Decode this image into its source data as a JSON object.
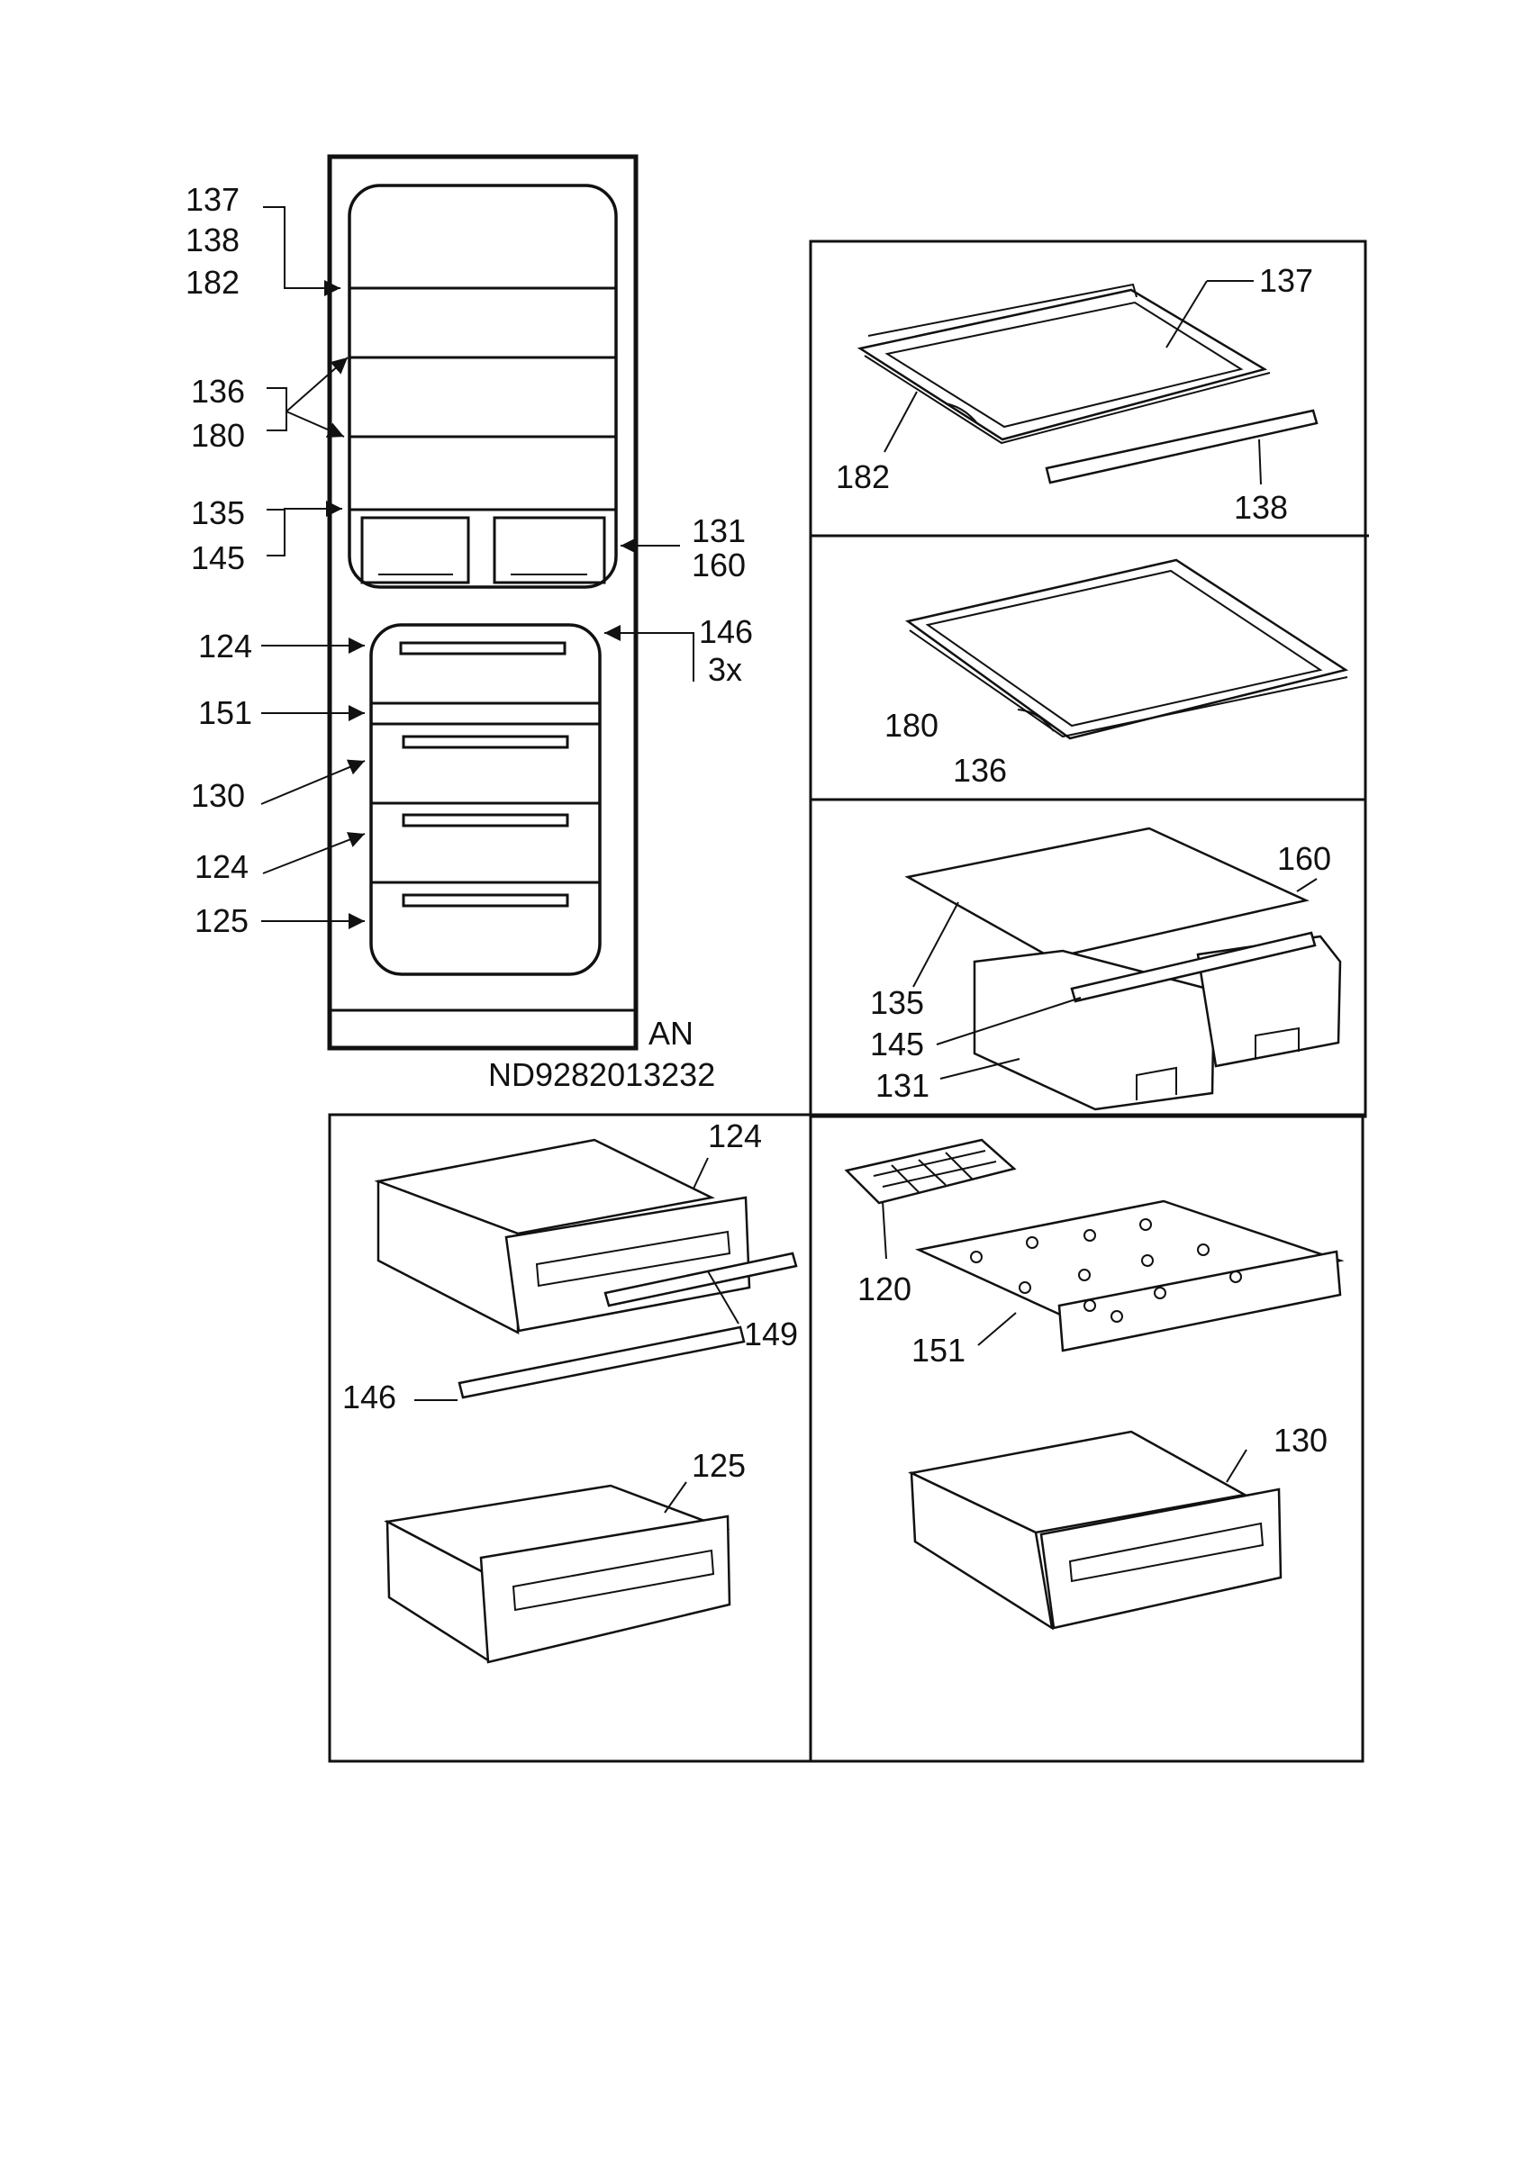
{
  "cabinet": {
    "labels": {
      "l137": "137",
      "l138": "138",
      "l182": "182",
      "l136": "136",
      "l180": "180",
      "l135": "135",
      "l145": "145",
      "l131": "131",
      "l160": "160",
      "l124a": "124",
      "l146": "146",
      "l3x": "3x",
      "l151": "151",
      "l130": "130",
      "l124b": "124",
      "l125": "125"
    },
    "code_an": "AN",
    "code_nd": "ND9282013232"
  },
  "panels": {
    "shelf_182": {
      "l137": "137",
      "l182": "182",
      "l138": "138"
    },
    "shelf_180": {
      "l180": "180",
      "l136": "136"
    },
    "crisper": {
      "l160": "160",
      "l135": "135",
      "l145": "145",
      "l131": "131"
    },
    "drawer_124": {
      "l124": "124",
      "l149": "149",
      "l146": "146"
    },
    "ice_tray": {
      "l120": "120",
      "l151": "151"
    },
    "drawer_125": {
      "l125": "125"
    },
    "drawer_130": {
      "l130": "130"
    }
  }
}
